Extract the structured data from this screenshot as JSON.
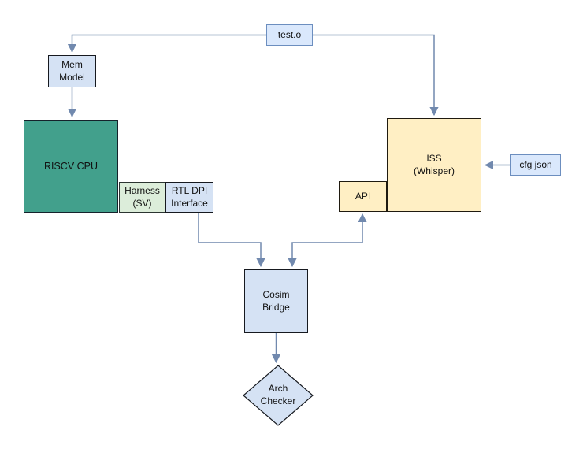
{
  "diagram": {
    "type": "block-diagram",
    "background": "#ffffff",
    "nodes": {
      "test_o": {
        "label": "test.o"
      },
      "mem_model": {
        "label": "Mem\nModel"
      },
      "riscv_cpu": {
        "label": "RISCV CPU"
      },
      "harness": {
        "label": "Harness\n(SV)"
      },
      "rtl_dpi": {
        "label": "RTL DPI\nInterface"
      },
      "iss": {
        "label": "ISS\n(Whisper)"
      },
      "api": {
        "label": "API"
      },
      "cfg_json": {
        "label": "cfg json"
      },
      "cosim_bridge": {
        "label": "Cosim\nBridge"
      },
      "arch_checker": {
        "label": "Arch\nChecker"
      }
    },
    "edges": [
      {
        "from": "test.o",
        "to": "Mem Model",
        "arrow": "end"
      },
      {
        "from": "Mem Model",
        "to": "RISCV CPU",
        "arrow": "end"
      },
      {
        "from": "test.o",
        "to": "ISS (Whisper)",
        "arrow": "end"
      },
      {
        "from": "RTL DPI Interface",
        "to": "Cosim Bridge",
        "arrow": "end"
      },
      {
        "from": "API",
        "to": "Cosim Bridge",
        "arrow": "both"
      },
      {
        "from": "Cosim Bridge",
        "to": "Arch Checker",
        "arrow": "end"
      },
      {
        "from": "cfg json",
        "to": "ISS (Whisper)",
        "arrow": "end"
      }
    ],
    "colors": {
      "light_blue_fill": "#dae8fc",
      "blue_border": "#6c8ebf",
      "teal_fill": "#42a08c",
      "light_green_fill": "#dcedda",
      "light_yellow_fill": "#ffefc4",
      "dark_border": "#1a1a1a",
      "connector": "#7189ae",
      "text": "#111111"
    }
  }
}
